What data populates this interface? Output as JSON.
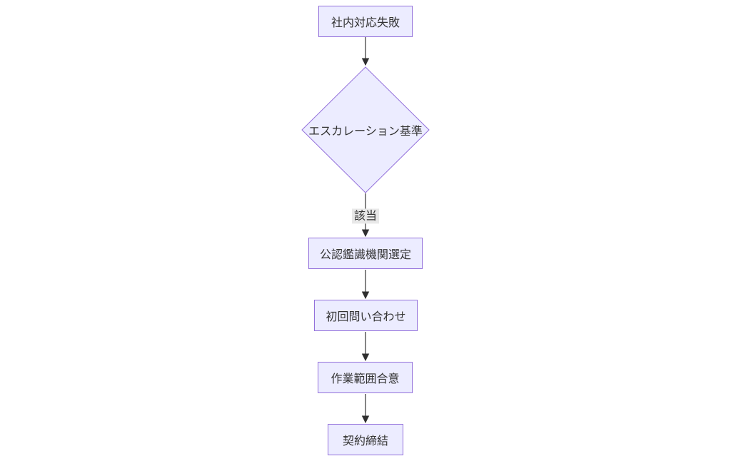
{
  "diagram": {
    "type": "flowchart",
    "direction": "top-down",
    "colors": {
      "background": "#ffffff",
      "node_fill": "#ECECFF",
      "node_border": "#9370DB",
      "node_text": "#333333",
      "edge_line": "#5b5b5b",
      "arrowhead": "#2f2f2f",
      "edge_label_bg": "#e8e8e8"
    },
    "nodes": [
      {
        "id": "internal-failure",
        "type": "rect",
        "label": "社内対応失敗"
      },
      {
        "id": "escalation-criteria",
        "type": "diamond",
        "label": "エスカレーション基準"
      },
      {
        "id": "agency-selection",
        "type": "rect",
        "label": "公認鑑識機関選定"
      },
      {
        "id": "initial-inquiry",
        "type": "rect",
        "label": "初回問い合わせ"
      },
      {
        "id": "scope-agreement",
        "type": "rect",
        "label": "作業範囲合意"
      },
      {
        "id": "contract-signing",
        "type": "rect",
        "label": "契約締結"
      }
    ],
    "edges": [
      {
        "from": "internal-failure",
        "to": "escalation-criteria",
        "label": ""
      },
      {
        "from": "escalation-criteria",
        "to": "agency-selection",
        "label": "該当"
      },
      {
        "from": "agency-selection",
        "to": "initial-inquiry",
        "label": ""
      },
      {
        "from": "initial-inquiry",
        "to": "scope-agreement",
        "label": ""
      },
      {
        "from": "scope-agreement",
        "to": "contract-signing",
        "label": ""
      }
    ]
  }
}
